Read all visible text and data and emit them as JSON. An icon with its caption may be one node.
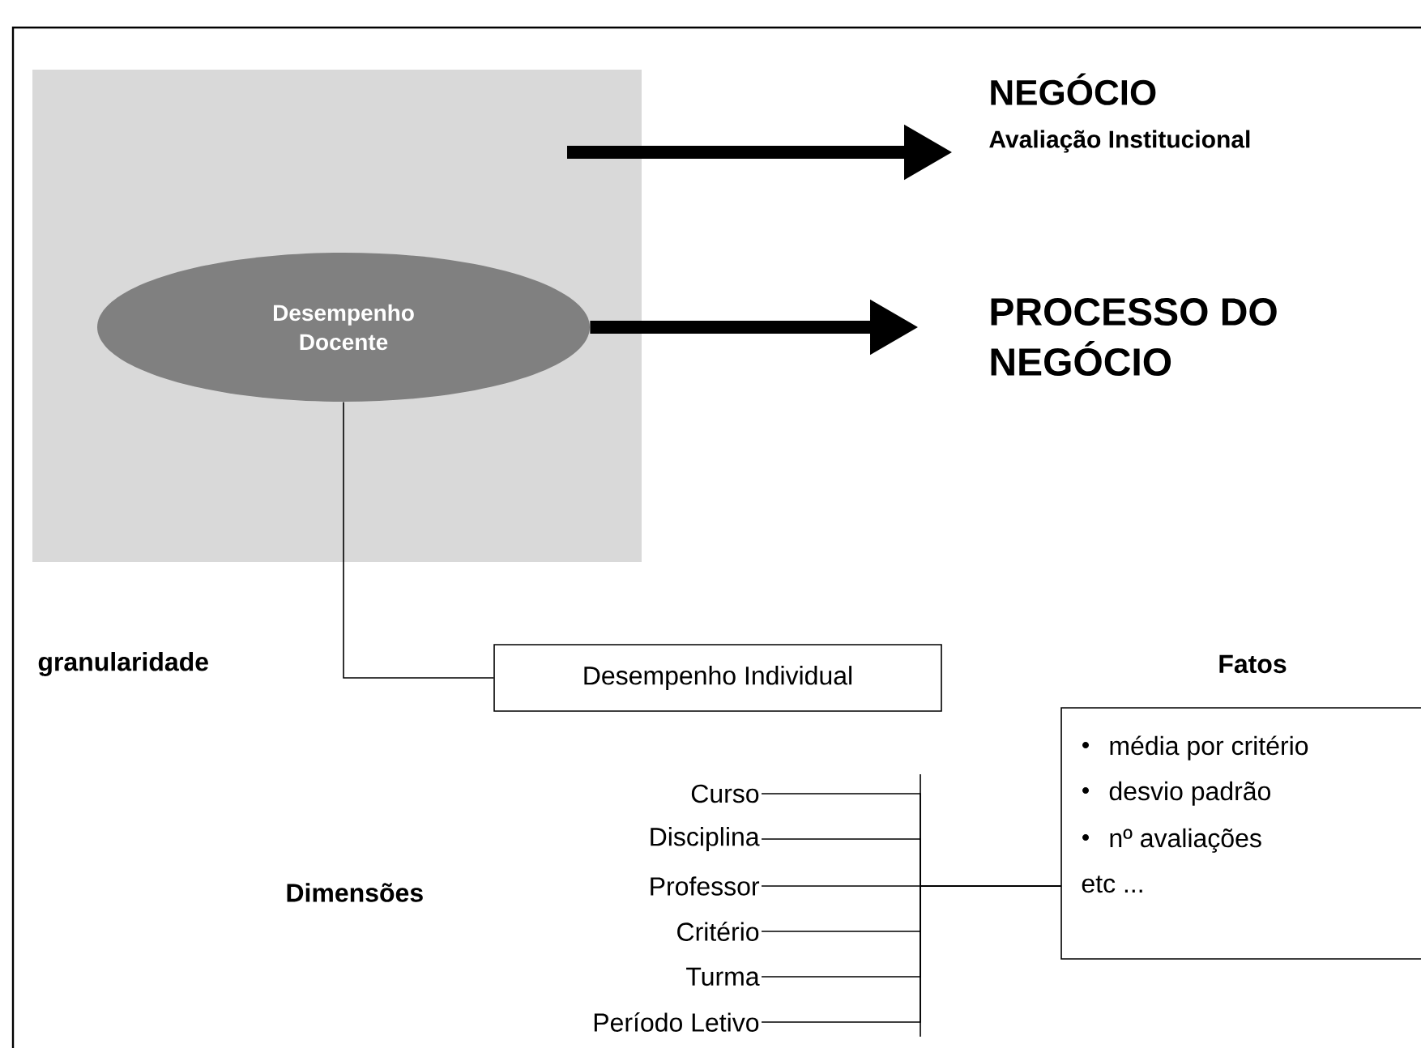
{
  "diagram": {
    "nodes": [
      {
        "text": [],
        "shape": "box"
      },
      {
        "text": [
          "Desempenho Docente"
        ],
        "in": 0
      },
      {
        "text": [
          "NEGÓCIO",
          "Avaliação Institucional"
        ]
      },
      {
        "text": [
          "PROCESSO DO NEGÓCIO"
        ]
      },
      {
        "text": [
          "Desempenho Individual"
        ]
      },
      {
        "text": [
          "Fatos",
          "média por critério",
          "desvio padrão",
          "nº avaliações",
          "etc ..."
        ]
      },
      {
        "text": [
          "Curso"
        ]
      },
      {
        "text": [
          "Disciplina"
        ]
      },
      {
        "text": [
          "Professor"
        ]
      },
      {
        "text": [
          "Critério"
        ]
      },
      {
        "text": [
          "Turma"
        ]
      },
      {
        "text": [
          "Período Letivo"
        ]
      }
    ],
    "edges": [
      {
        "from": null,
        "to": 2,
        "arrow": "to",
        "style": "thick"
      },
      {
        "from": 1,
        "to": 3,
        "arrow": "to",
        "style": "thick"
      },
      {
        "from": 1,
        "to": 4,
        "arrow": "none"
      },
      {
        "from": 6,
        "to": 5,
        "arrow": "none"
      },
      {
        "from": 7,
        "to": 5,
        "arrow": "none"
      },
      {
        "from": 8,
        "to": 5,
        "arrow": "none"
      },
      {
        "from": 9,
        "to": 5,
        "arrow": "none"
      },
      {
        "from": 10,
        "to": 5,
        "arrow": "none"
      },
      {
        "from": 11,
        "to": 5,
        "arrow": "none"
      }
    ],
    "labels": [
      "granularidade",
      "Dimensões"
    ]
  }
}
